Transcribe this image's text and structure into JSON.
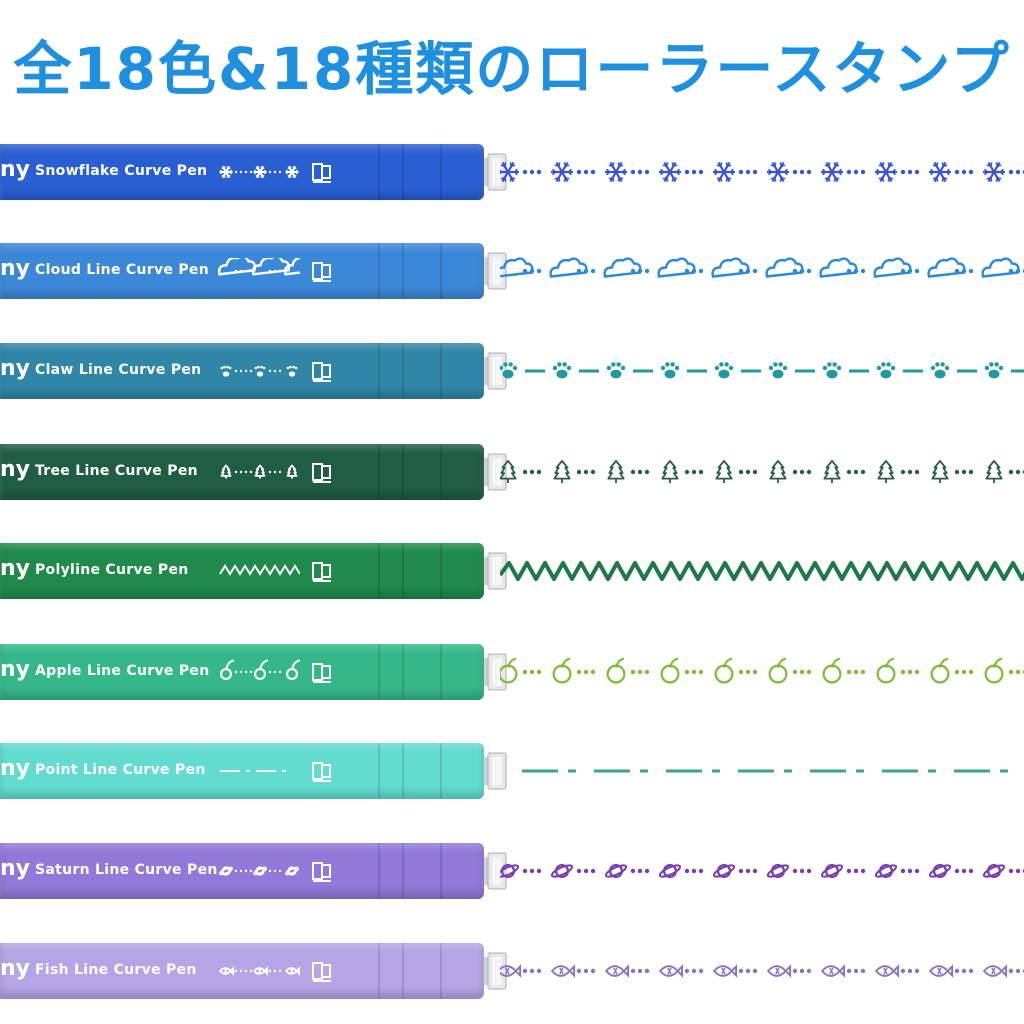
{
  "title": "全18色&18種類のローラースタンプ",
  "brand": "ny",
  "pens": [
    {
      "label": "Snowflake Curve Pen",
      "body": "#2a5fd4",
      "ink": "#3a55cf",
      "pattern": "snowflake-icon"
    },
    {
      "label": "Cloud Line Curve Pen",
      "body": "#3c88d8",
      "ink": "#2a8ad8",
      "pattern": "cloud-icon"
    },
    {
      "label": "Claw Line Curve Pen",
      "body": "#2f86a6",
      "ink": "#1f9aa0",
      "pattern": "paw-icon"
    },
    {
      "label": "Tree Line Curve Pen",
      "body": "#1f5e42",
      "ink": "#2a5d46",
      "pattern": "tree-icon"
    },
    {
      "label": "Polyline Curve Pen",
      "body": "#1f8a4a",
      "ink": "#1e7a44",
      "pattern": "zigzag-icon"
    },
    {
      "label": "Apple Line Curve Pen",
      "body": "#35b888",
      "ink": "#7cbd32",
      "pattern": "apple-icon"
    },
    {
      "label": "Point Line Curve Pen",
      "body": "#63dcd0",
      "ink": "#3aa68e",
      "pattern": "dash-dot-icon"
    },
    {
      "label": "Saturn Line Curve Pen",
      "body": "#9278d8",
      "ink": "#7a3db0",
      "pattern": "saturn-icon"
    },
    {
      "label": "Fish Line Curve Pen",
      "body": "#b3a6e6",
      "ink": "#8874c4",
      "pattern": "fish-icon"
    }
  ]
}
